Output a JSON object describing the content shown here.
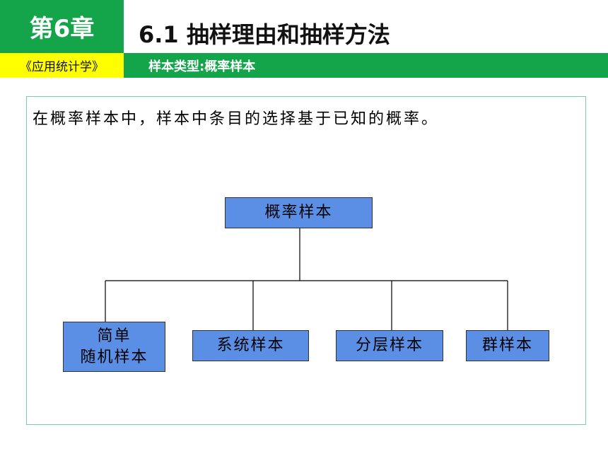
{
  "header": {
    "chapter": "第6章",
    "title": "6.1 抽样理由和抽样方法",
    "book": "《应用统计学》",
    "subtitle": "样本类型:概率样本"
  },
  "content": {
    "intro": "在概率样本中，样本中条目的选择基于已知的概率。"
  },
  "diagram": {
    "root": "概率样本",
    "children": [
      {
        "line1": "简单",
        "line2": "随机样本"
      },
      {
        "label": "系统样本"
      },
      {
        "label": "分层样本"
      },
      {
        "label": "群样本"
      }
    ]
  },
  "colors": {
    "header_green": "#14a54a",
    "book_yellow": "#ffff00",
    "node_blue": "#5b8fe6",
    "frame_border": "#7fc9b4"
  }
}
